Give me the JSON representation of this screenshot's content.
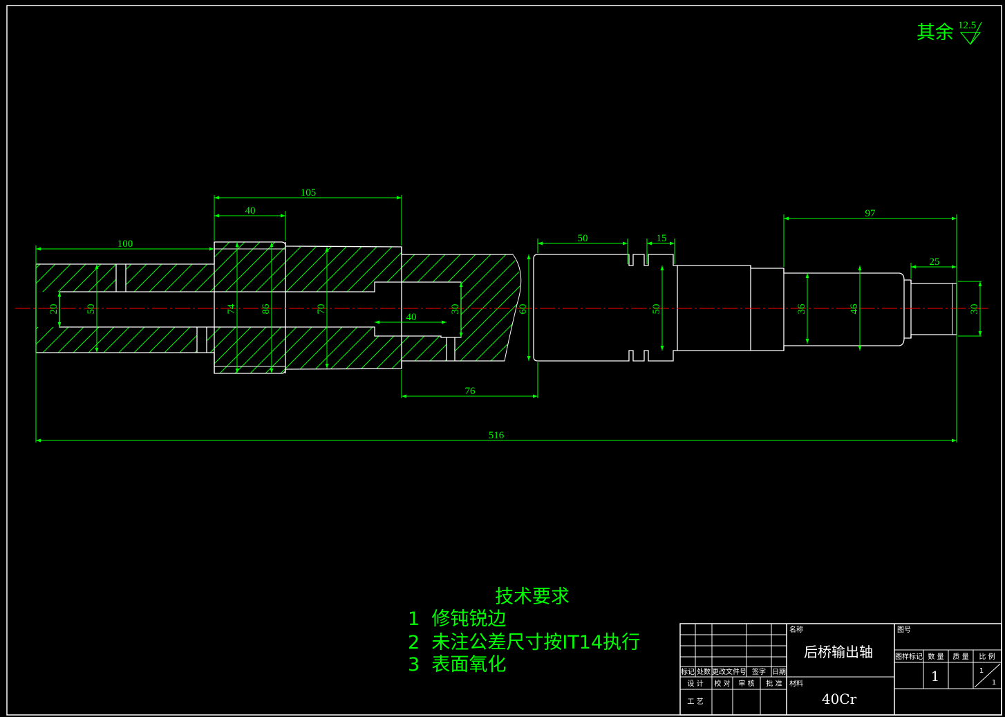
{
  "roughness": {
    "prefix": "其余",
    "value": "12.5"
  },
  "dimensions": {
    "d105": "105",
    "d40_top": "40",
    "d100": "100",
    "d50_top": "50",
    "d15": "15",
    "d97": "97",
    "d25": "25",
    "dia20": "20",
    "dia50_left": "50",
    "dia74": "74",
    "dia86": "86",
    "dia70": "70",
    "dia30_bore": "30",
    "dia60": "60",
    "dia50_mid": "50",
    "dia36": "36",
    "dia46": "46",
    "dia30_end": "30",
    "d40_bore": "40",
    "d76": "76",
    "d516": "516"
  },
  "tech_requirements": {
    "title": "技术要求",
    "items": [
      "1  修钝锐边",
      "2  未注公差尺寸按IT14执行",
      "3  表面氧化"
    ]
  },
  "title_block": {
    "name_label": "名称",
    "part_name": "后桥输出轴",
    "drawing_no_label": "图号",
    "material_label": "材料",
    "material": "40Cr",
    "rev_headers": [
      "标记",
      "处数",
      "更改文件号",
      "签字",
      "日期"
    ],
    "sign_headers": [
      "设 计",
      "校 对",
      "审 核",
      "批 准"
    ],
    "process_label": "工 艺",
    "attr_headers": [
      "图样标记",
      "数 量",
      "质 量",
      "比 例"
    ],
    "quantity": "1",
    "scale_num": "1",
    "scale_den": "1"
  },
  "colors": {
    "outline": "#ffffff",
    "dimension": "#00ff00",
    "centerline": "#ff0000",
    "background": "#000000"
  }
}
